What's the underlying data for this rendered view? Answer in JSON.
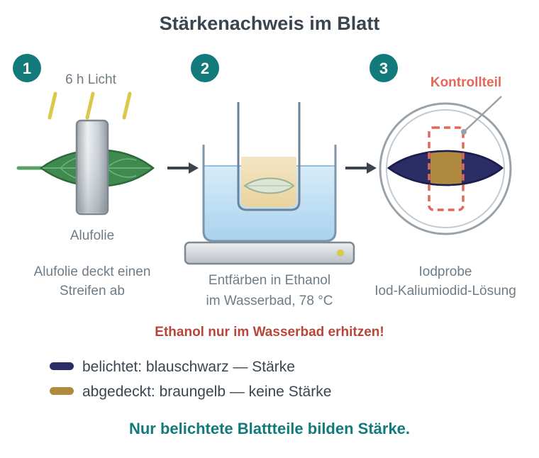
{
  "title": "Stärkenachweis im Blatt",
  "steps": [
    {
      "number": "1",
      "top_label": "6 h Licht",
      "object_label": "Alufolie",
      "caption_line1": "Alufolie deckt einen",
      "caption_line2": "Streifen ab"
    },
    {
      "number": "2",
      "caption_line1": "Entfärben in Ethanol",
      "caption_line2": "im Wasserbad, 78 °C"
    },
    {
      "number": "3",
      "callout": "Kontrollteil",
      "caption_line1": "Iodprobe",
      "caption_line2": "Iod-Kaliumiodid-Lösung"
    }
  ],
  "warning": "Ethanol nur im Wasserbad erhitzen!",
  "legend": [
    {
      "text": "belichtet: blauschwarz — Stärke",
      "color": "#2b2d66"
    },
    {
      "text": "abgedeckt: braungelb — keine Stärke",
      "color": "#b08a3e"
    }
  ],
  "conclusion": "Nur belichtete Blattteile bilden Stärke.",
  "colors": {
    "title": "#3a4550",
    "teal": "#127a7a",
    "grey_text": "#6f7c86",
    "warning": "#b5473a",
    "callout": "#e2685a",
    "leaf_green": "#3f8a4f",
    "light_ray": "#d9c84a",
    "arrow": "#3a4550"
  }
}
